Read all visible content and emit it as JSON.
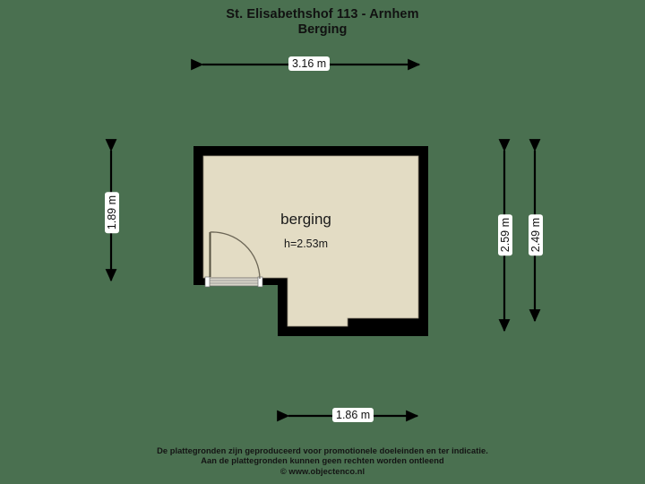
{
  "title": {
    "line1": "St. Elisabethshof 113 - Arnhem",
    "line2": "Berging"
  },
  "room": {
    "name": "berging",
    "height_label": "h=2.53m"
  },
  "dimensions": {
    "top": "3.16 m",
    "left": "1.89 m",
    "right_inner": "2.59 m",
    "right_outer": "2.49 m",
    "bottom": "1.86 m"
  },
  "footer": {
    "line1": "De plattegronden zijn geproduceerd voor promotionele doeleinden en ter indicatie.",
    "line2": "Aan de plattegronden kunnen geen rechten worden ontleend",
    "line3": "© www.objectenco.nl"
  },
  "colors": {
    "background": "#4a7050",
    "floor_fill": "#e3dcc4",
    "wall": "#000000",
    "text": "#111111",
    "label_background": "#ffffff",
    "door_sill": "#d8d4c8"
  }
}
